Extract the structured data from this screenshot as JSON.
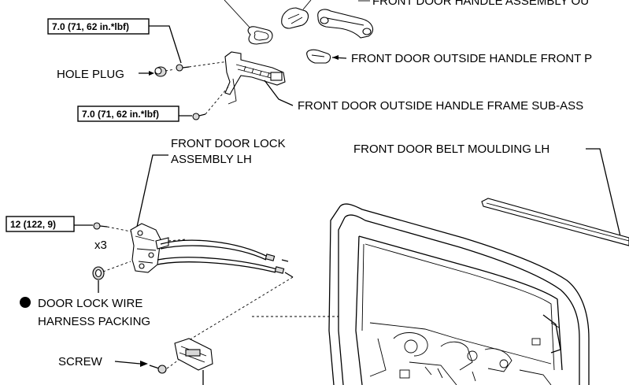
{
  "labels": {
    "handle_assembly_top": "FRONT DOOR HANDLE ASSEMBLY OU",
    "handle_front": "FRONT DOOR OUTSIDE HANDLE FRONT P",
    "hole_plug": "HOLE PLUG",
    "handle_frame": "FRONT DOOR OUTSIDE HANDLE FRAME SUB-ASS",
    "lock_line1": "FRONT DOOR LOCK",
    "lock_line2": "ASSEMBLY LH",
    "belt_moulding": "FRONT DOOR BELT MOULDING LH",
    "x3": "x3",
    "packing_line1": "DOOR LOCK WIRE",
    "packing_line2": "HARNESS PACKING",
    "screw": "SCREW"
  },
  "torques": {
    "t1": "7.0 (71, 62 in.*lbf)",
    "t2": "7.0 (71, 62 in.*lbf)",
    "t3": "12 (122, 9)"
  },
  "icons": {
    "non_reusable_marker": "filled-circle-icon"
  }
}
